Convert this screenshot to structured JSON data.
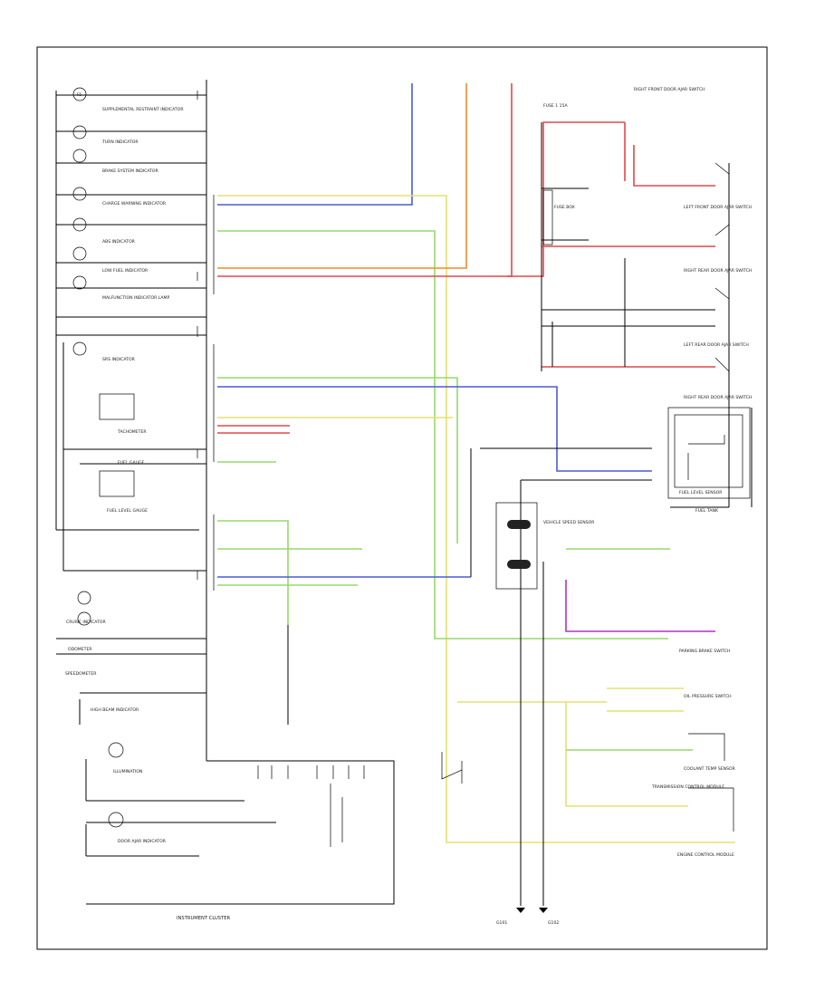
{
  "colors": {
    "blue": "#4a5cd6",
    "yellow": "#e6e070",
    "orange": "#f08a2c",
    "red": "#e0484a",
    "green": "#98d86a",
    "purple": "#b030c8",
    "gray": "#777777",
    "black": "#111111"
  },
  "cluster": {
    "name": "INSTRUMENT CLUSTER",
    "indicators": [
      "SUPPLEMENTAL RESTRAINT INDICATOR",
      "TURN INDICATOR",
      "BRAKE SYSTEM INDICATOR",
      "CHARGE WARNING INDICATOR",
      "ABS INDICATOR",
      "LOW FUEL INDICATOR",
      "MALFUNCTION INDICATOR LAMP",
      "SRS INDICATOR",
      "TACHOMETER",
      "FUEL GAUGE",
      "FUEL LEVEL GAUGE",
      "CRUISE INDICATOR",
      "HIGH BEAM INDICATOR",
      "ILLUMINATION",
      "DOOR AJAR INDICATOR"
    ],
    "gauges": [
      "SPEEDOMETER",
      "ODOMETER"
    ]
  },
  "components": {
    "fuse_top": "FUSE 1 15A",
    "fuse_box": "FUSE BOX",
    "door_relay": "RIGHT FRONT DOOR AJAR SWITCH",
    "left_front_door": "LEFT FRONT DOOR AJAR SWITCH",
    "right_rear_door": "RIGHT REAR DOOR AJAR SWITCH",
    "left_rear_door": "LEFT REAR DOOR AJAR SWITCH",
    "rear_door": "RIGHT REAR DOOR AJAR SWITCH",
    "fuel_tank": "FUEL TANK",
    "fuel_sender": "FUEL LEVEL SENSOR",
    "speed_sensor": "VEHICLE SPEED SENSOR",
    "brake_switch": "PARKING BRAKE SWITCH",
    "oil_switch": "OIL PRESSURE SWITCH",
    "coolant_sensor": "COOLANT TEMP SENSOR",
    "trans_control": "TRANSMISSION CONTROL MODULE",
    "engine_control": "ENGINE CONTROL MODULE",
    "ground_left": "G101",
    "ground_right": "G102"
  }
}
